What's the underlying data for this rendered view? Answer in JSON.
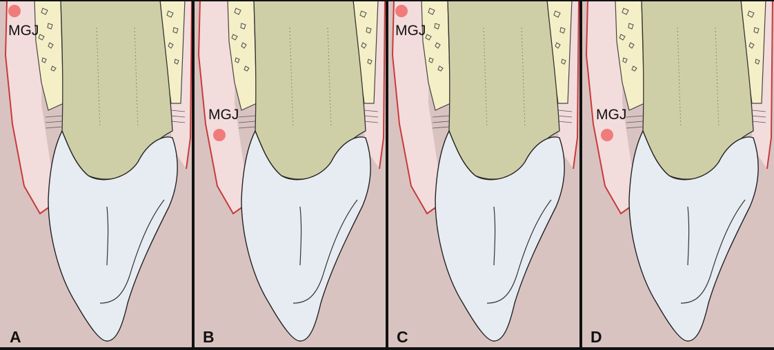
{
  "figure": {
    "mgj_label": "MGJ",
    "panels": [
      {
        "letter": "A",
        "mgj_position": "top"
      },
      {
        "letter": "B",
        "mgj_position": "mid"
      },
      {
        "letter": "C",
        "mgj_position": "top"
      },
      {
        "letter": "D",
        "mgj_position": "mid"
      }
    ]
  },
  "colors": {
    "background": "#d9c3c1",
    "gingiva": "#f3dcdc",
    "gingiva_edge": "#c83a3a",
    "bone": "#f4efc6",
    "root": "#cfcfa7",
    "crown": "#e7ecf2",
    "mgj_dot": "#f07b7b",
    "border": "#111111"
  }
}
